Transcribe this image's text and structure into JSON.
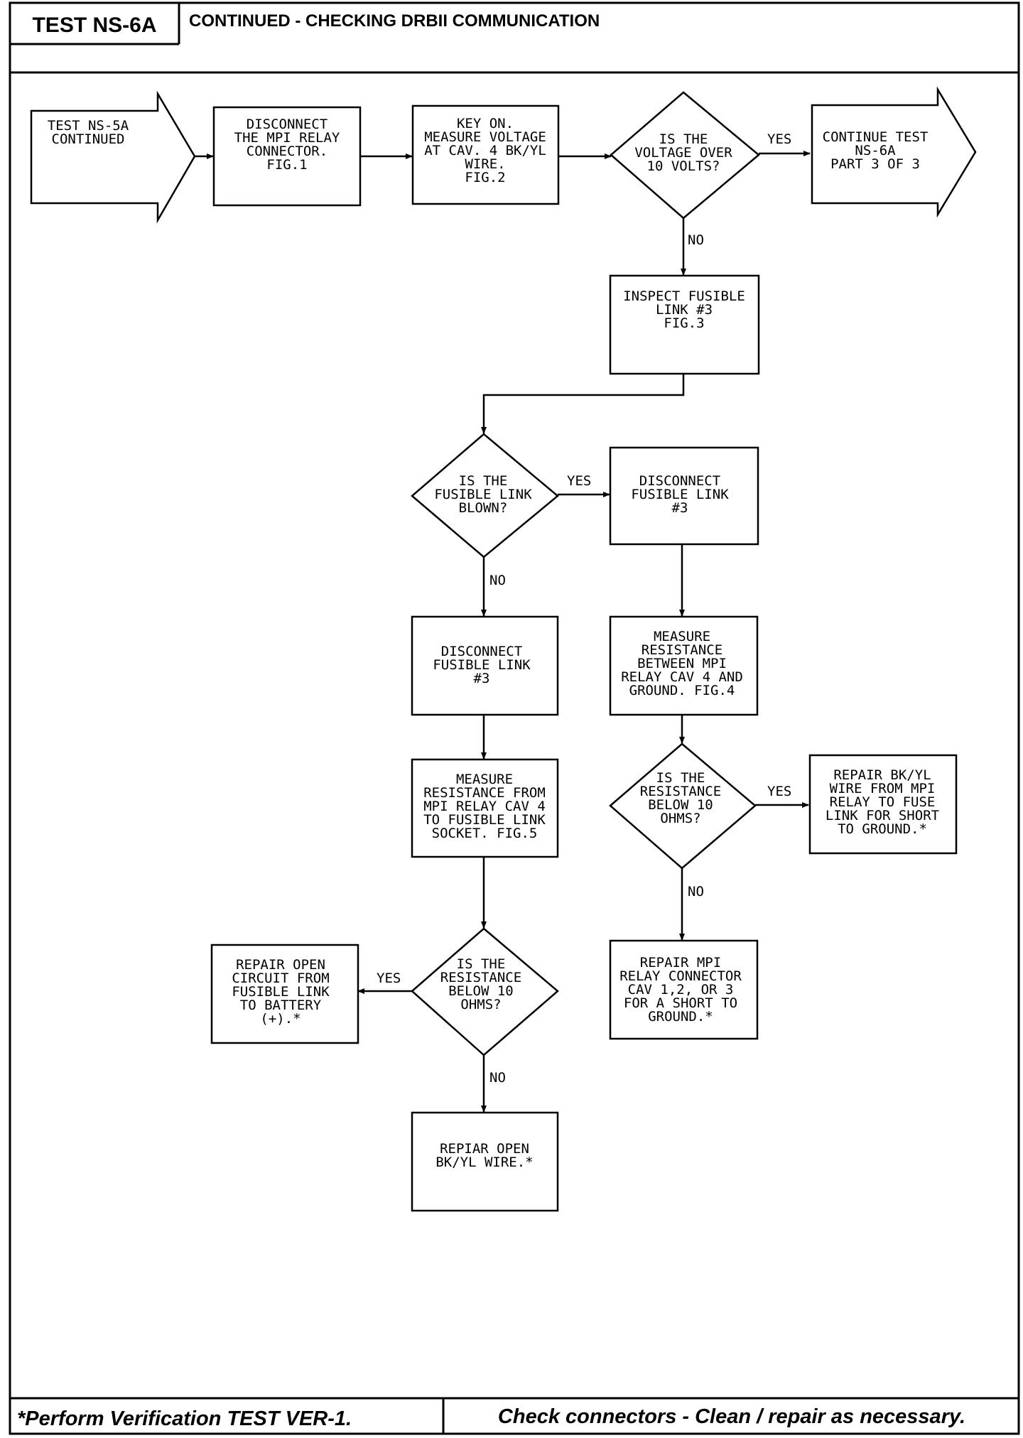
{
  "header": {
    "test_id": "TEST NS-6A",
    "title": "CONTINUED - CHECKING DRBII COMMUNICATION"
  },
  "nodes": {
    "start": [
      "TEST NS-5A",
      "CONTINUED"
    ],
    "disconnect_mpi_relay": [
      "DISCONNECT",
      "THE MPI RELAY",
      "CONNECTOR.",
      "",
      "FIG.1"
    ],
    "measure_voltage": [
      "KEY ON.",
      "MEASURE VOLTAGE",
      "AT CAV. 4 BK/YL",
      "WIRE.",
      "FIG.2"
    ],
    "decision_voltage": [
      "IS THE",
      "VOLTAGE OVER",
      "10 VOLTS?"
    ],
    "continue_test": [
      "CONTINUE TEST",
      "NS-6A",
      "PART 3 OF 3"
    ],
    "inspect_link": [
      "INSPECT FUSIBLE",
      "LINK #3",
      "",
      "",
      "FIG.3"
    ],
    "decision_blown": [
      "IS THE",
      "FUSIBLE LINK",
      "BLOWN?"
    ],
    "disconnect_link_yes": [
      "DISCONNECT",
      "FUSIBLE LINK",
      "#3"
    ],
    "disconnect_link_no": [
      "DISCONNECT",
      "FUSIBLE LINK",
      "#3"
    ],
    "measure_res_ground": [
      "MEASURE",
      "RESISTANCE",
      "BETWEEN MPI",
      "RELAY CAV 4 AND",
      "GROUND. FIG.4"
    ],
    "measure_res_socket": [
      "MEASURE",
      "RESISTANCE FROM",
      "MPI RELAY CAV 4",
      "TO FUSIBLE LINK",
      "SOCKET. FIG.5"
    ],
    "decision_res_right": [
      "IS THE",
      "RESISTANCE",
      "BELOW 10",
      "OHMS?"
    ],
    "repair_bkyl_short": [
      "REPAIR BK/YL",
      "WIRE FROM MPI",
      "RELAY TO FUSE",
      "LINK FOR SHORT",
      "TO GROUND.*"
    ],
    "repair_mpi_connector": [
      "REPAIR MPI",
      "RELAY CONNECTOR",
      "CAV 1,2, OR 3",
      "FOR A SHORT TO",
      "GROUND.*"
    ],
    "decision_res_left": [
      "IS THE",
      "RESISTANCE",
      "BELOW 10",
      "OHMS?"
    ],
    "repair_open_circuit": [
      "REPAIR OPEN",
      "CIRCUIT FROM",
      "FUSIBLE LINK",
      "TO BATTERY",
      "(+).*"
    ],
    "repair_open_wire": [
      "REPIAR OPEN",
      "BK/YL WIRE.*"
    ]
  },
  "edge_labels": {
    "yes": "YES",
    "no": "NO"
  },
  "footer": {
    "left": "*Perform Verification TEST VER-1.",
    "right": "Check connectors - Clean / repair as necessary."
  }
}
